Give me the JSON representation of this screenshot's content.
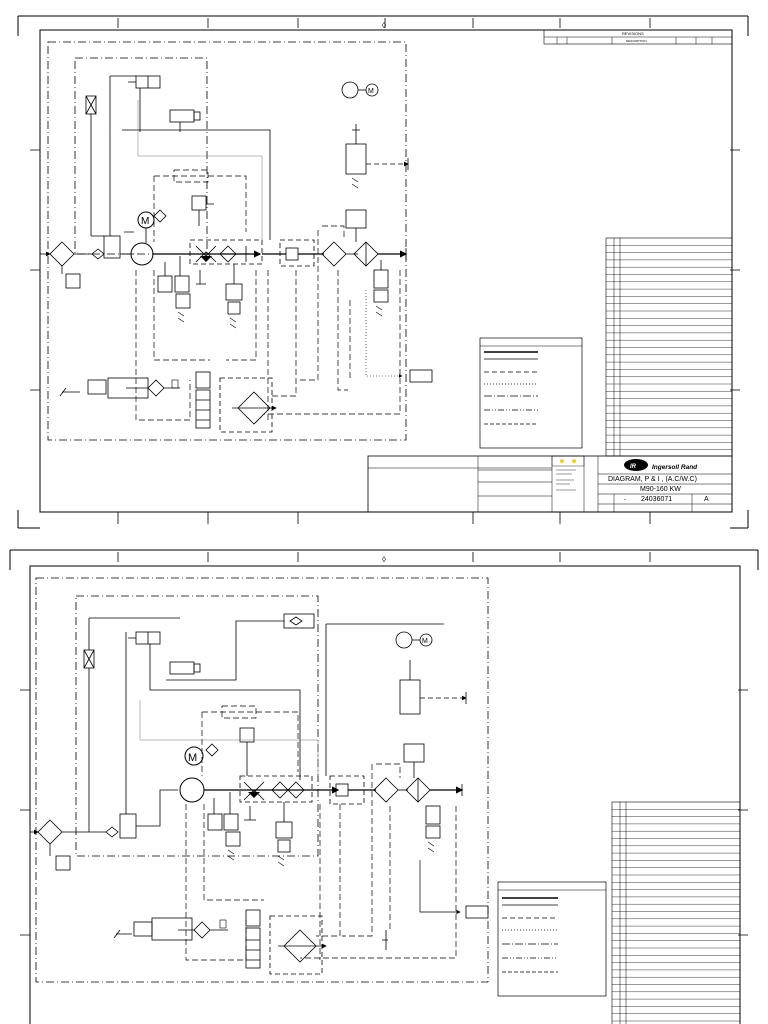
{
  "sheet1": {
    "revisions_title": "REVISIONS",
    "revisions_description_header": "DESCRIPTION",
    "company_logo_text": "Ingersoll Rand",
    "drawing_title": "DIAGRAM, P & I , (A.C/W.C)",
    "model": "M90-160 KW",
    "drawing_number": "24036071",
    "revision": "A",
    "size_dash": "-"
  },
  "sheet2": {}
}
